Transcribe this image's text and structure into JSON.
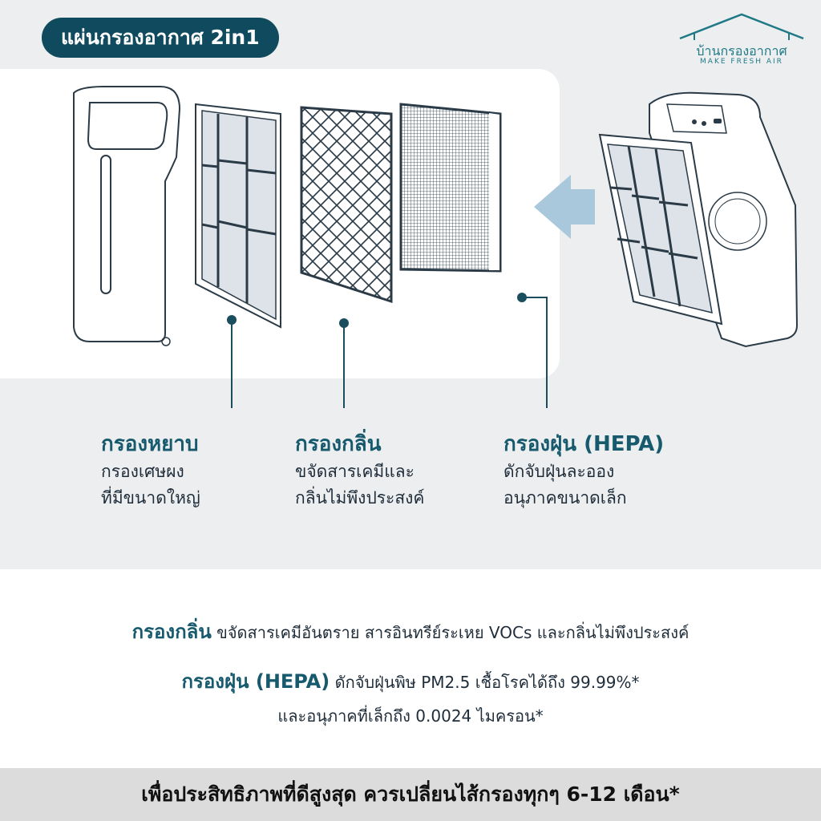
{
  "header": {
    "title": "แผ่นกรองอากาศ 2in1"
  },
  "logo": {
    "name": "บ้านกรองอากาศ",
    "tagline": "MAKE FRESH AIR"
  },
  "filters": [
    {
      "title": "กรองหยาบ",
      "desc1": "กรองเศษผง",
      "desc2": "ที่มีขนาดใหญ่"
    },
    {
      "title": "กรองกลิ่น",
      "desc1": "ขจัดสารเคมีและ",
      "desc2": "กลิ่นไม่พึงประสงค์"
    },
    {
      "title": "กรองฝุ่น (HEPA)",
      "desc1": "ดักจับฝุ่นละออง",
      "desc2": "อนุภาคขนาดเล็ก"
    }
  ],
  "details": {
    "odor_label": "กรองกลิ่น",
    "odor_text": "ขจัดสารเคมีอันตราย สารอินทรีย์ระเหย VOCs และกลิ่นไม่พึงประสงค์",
    "hepa_label": "กรองฝุ่น (HEPA)",
    "hepa_text": "ดักจับฝุ่นพิษ PM2.5 เชื้อโรคได้ถึง 99.99%*",
    "hepa_text2": "และอนุภาคที่เล็กถึง 0.0024 ไมครอน*"
  },
  "footer": {
    "text": "เพื่อประสิทธิภาพที่ดีสูงสุด ควรเปลี่ยนไส้กรองทุกๆ 6-12 เดือน*"
  },
  "colors": {
    "accent": "#175a6e",
    "pill": "#0f4a5e",
    "arrow": "#a9c8dc"
  }
}
